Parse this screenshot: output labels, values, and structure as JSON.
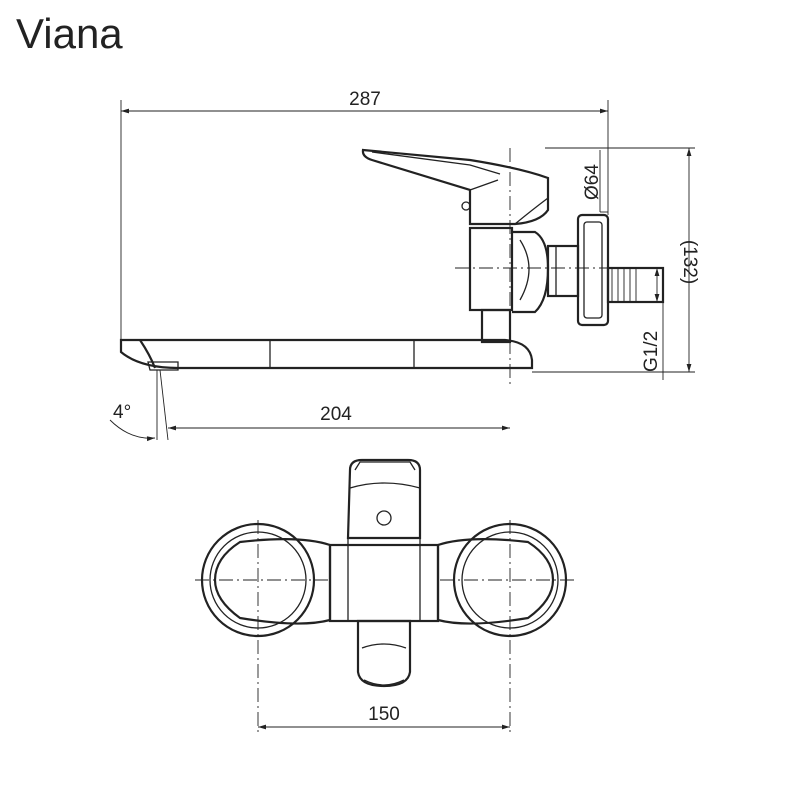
{
  "title": "Viana",
  "dimensions": {
    "overall_length": "287",
    "handle_diameter": "Ø64",
    "height": "(132)",
    "thread": "G1/2",
    "tilt_angle": "4°",
    "spout_reach": "204",
    "center_distance": "150"
  }
}
